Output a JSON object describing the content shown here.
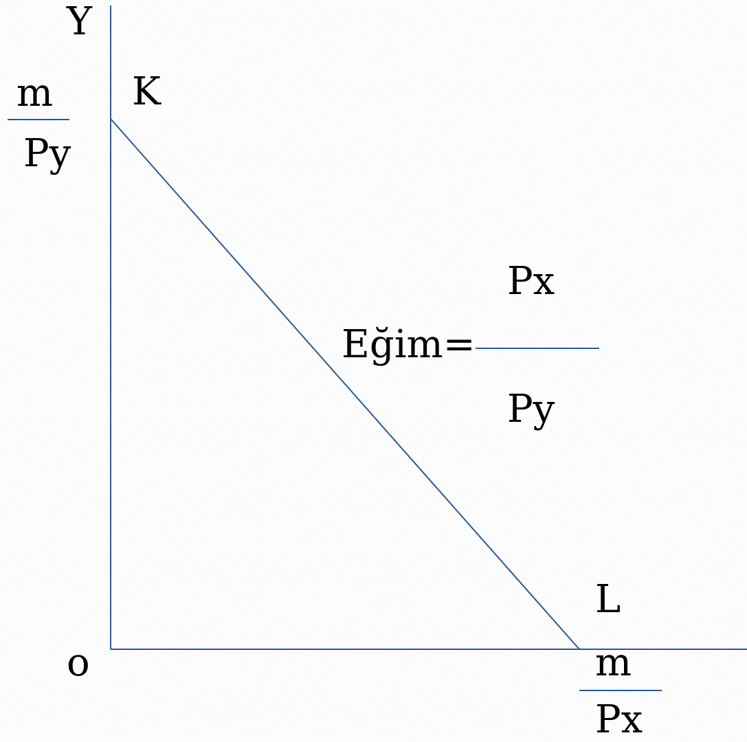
{
  "colors": {
    "line": "#2a5a8e",
    "text": "#000000"
  },
  "axes": {
    "y_label": "Y",
    "origin_label": "o"
  },
  "points": {
    "k_label": "K",
    "l_label": "L"
  },
  "y_intercept": {
    "numerator": "m",
    "denominator": "Py"
  },
  "x_intercept": {
    "numerator": "m",
    "denominator": "Px"
  },
  "slope": {
    "label": "Eğim=",
    "numerator": "Px",
    "denominator": "Py"
  }
}
